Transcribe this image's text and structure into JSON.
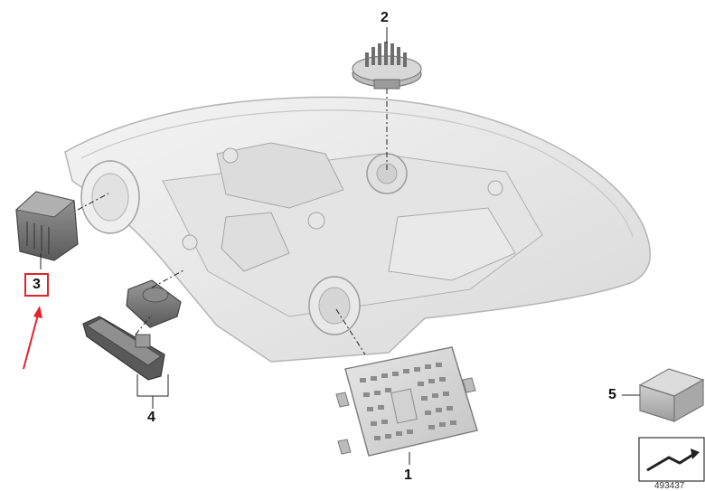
{
  "diagram": {
    "callouts": {
      "part_1": "1",
      "part_2": "2",
      "part_3": "3",
      "part_4": "4",
      "part_5": "5"
    },
    "highlighted_part": "3",
    "highlight_color": "#e0242b",
    "document_number": "493437"
  }
}
